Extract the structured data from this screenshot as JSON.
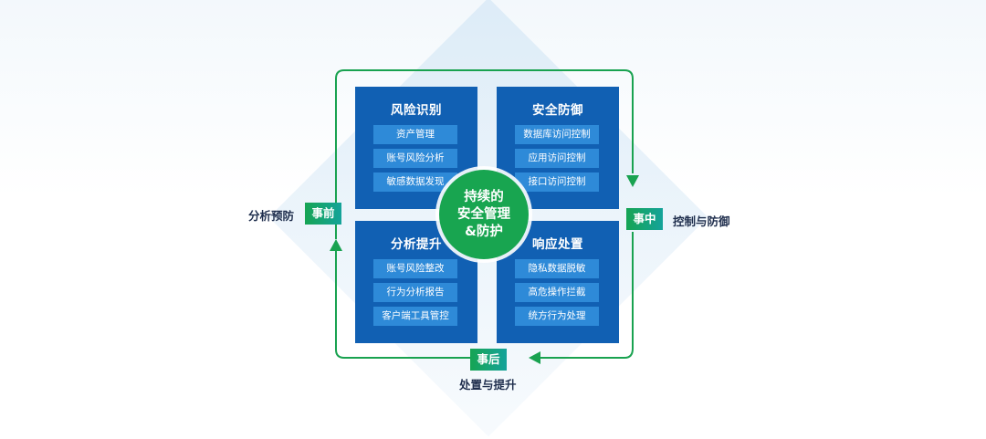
{
  "center": {
    "line1": "持续的",
    "line2": "安全管理",
    "line3": "&防护"
  },
  "quadrants": [
    {
      "title": "风险识别",
      "items": [
        "资产管理",
        "账号风险分析",
        "敏感数据发现"
      ]
    },
    {
      "title": "安全防御",
      "items": [
        "数据库访问控制",
        "应用访问控制",
        "接口访问控制"
      ]
    },
    {
      "title": "分析提升",
      "items": [
        "账号风险整改",
        "行为分析报告",
        "客户端工具管控"
      ]
    },
    {
      "title": "响应处置",
      "items": [
        "隐私数据脱敏",
        "高危操作拦截",
        "统方行为处理"
      ]
    }
  ],
  "phases": {
    "before": {
      "badge": "事前",
      "label": "分析预防"
    },
    "during": {
      "badge": "事中",
      "label": "控制与防御"
    },
    "after": {
      "badge": "事后",
      "label": "处置与提升"
    }
  },
  "colors": {
    "quadrant_bg": "#1160b3",
    "item_bg": "#2e8ad8",
    "center_bg": "#18a550",
    "loop_line": "#19a250"
  }
}
